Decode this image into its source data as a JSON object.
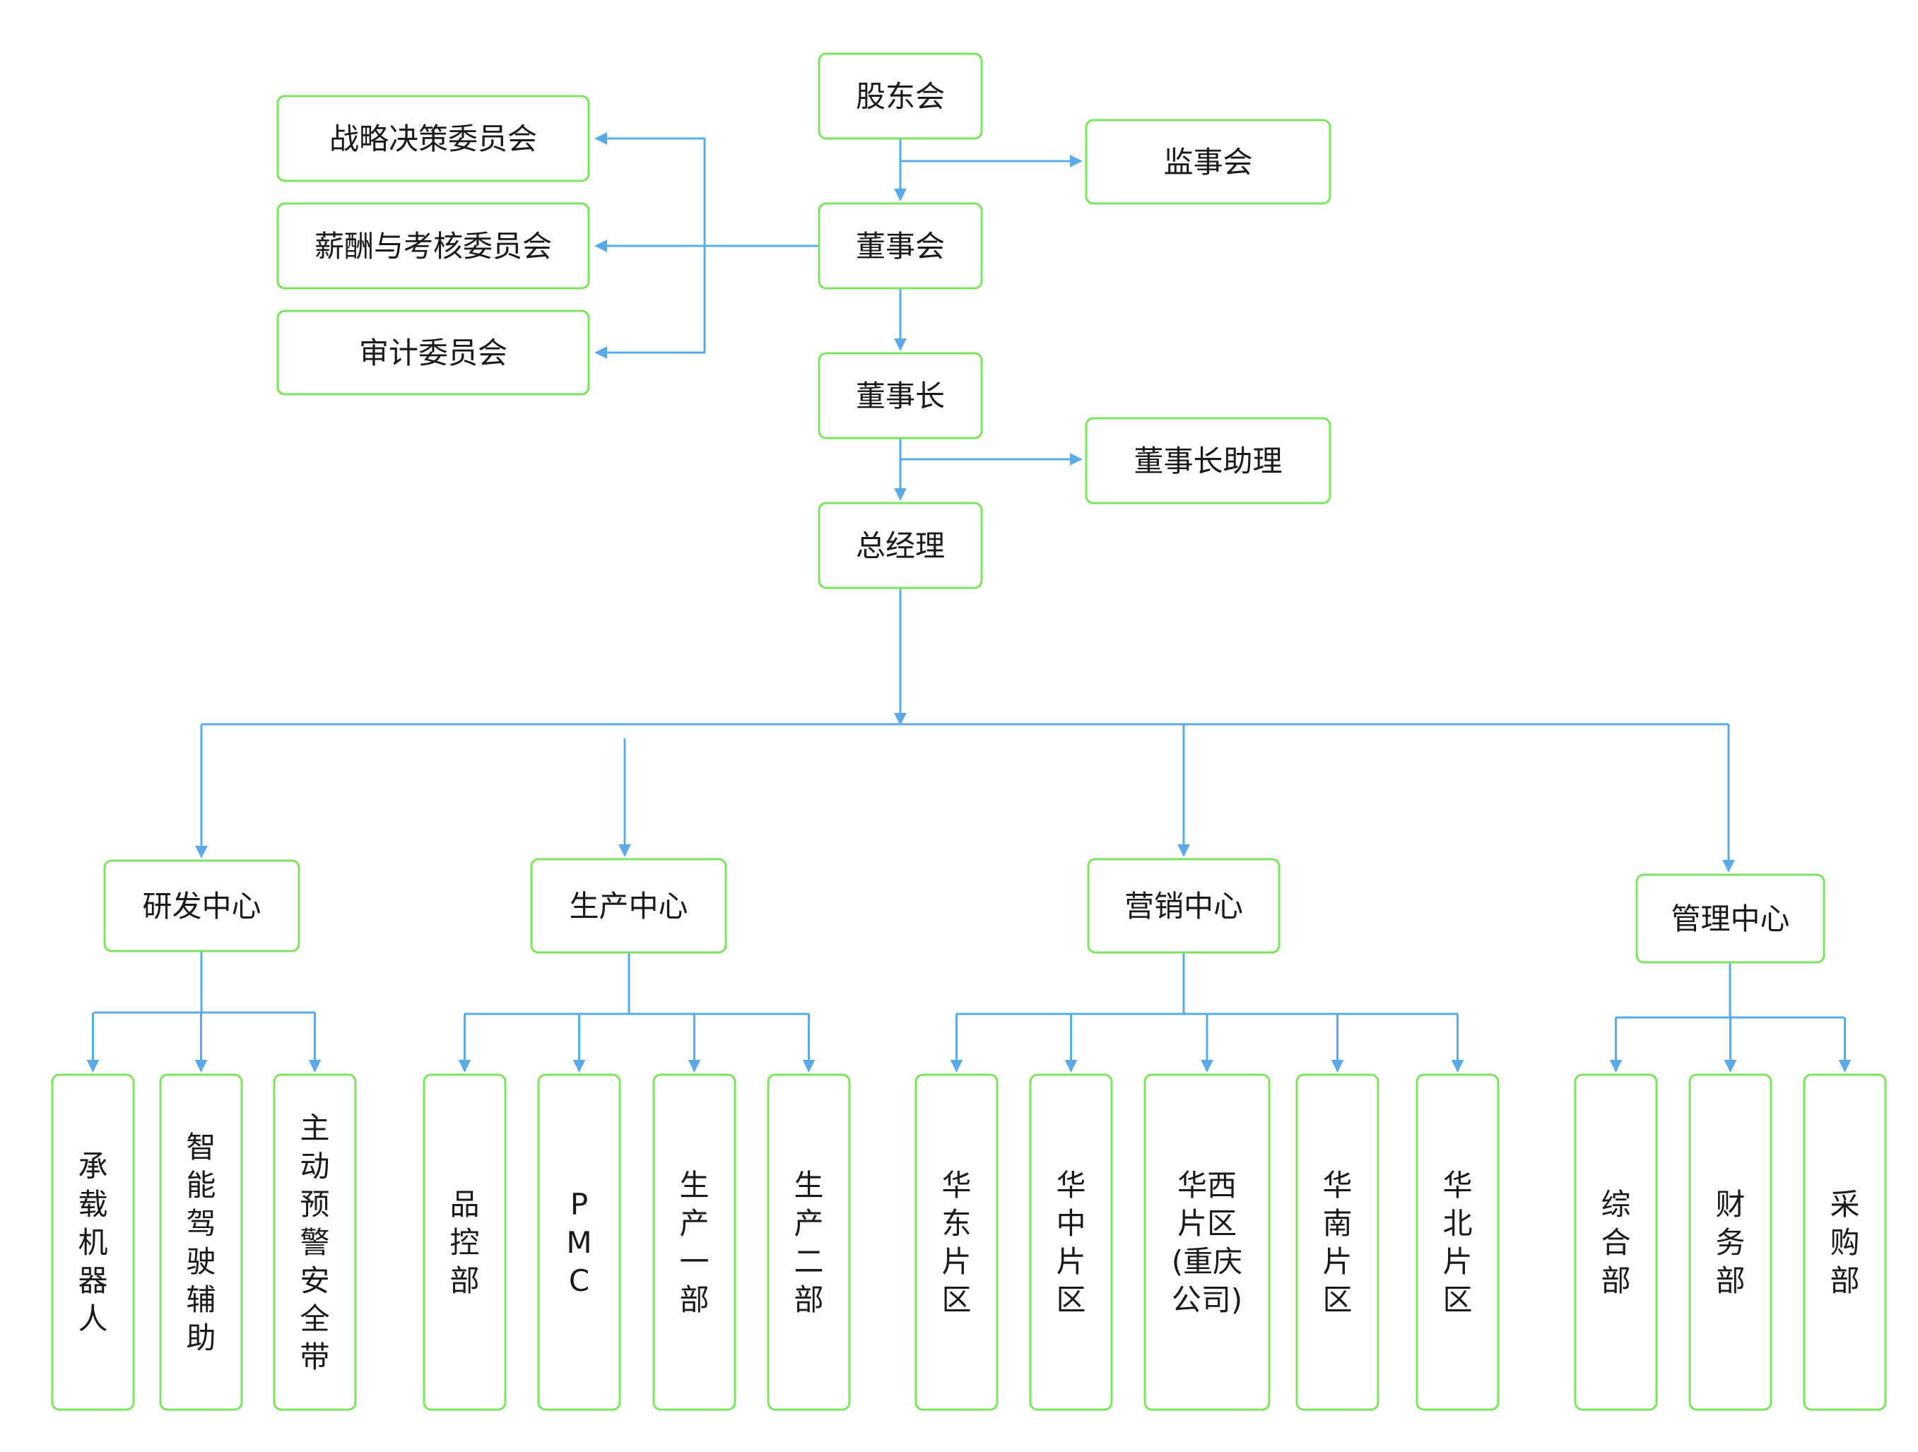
{
  "colors": {
    "node_border": "#7be35c",
    "connector": "#5aaae8",
    "text": "#1a1a1a",
    "background": "#ffffff"
  },
  "nodes": {
    "gudonghui": "股东会",
    "jianshihui": "监事会",
    "dongshihui": "董事会",
    "zhanlue": "战略决策委员会",
    "xinchou": "薪酬与考核委员会",
    "shenji": "审计委员会",
    "dongshizhang": "董事长",
    "zhuli": "董事长助理",
    "zongjingli": "总经理",
    "yanfa": "研发中心",
    "shengchan": "生产中心",
    "yingxiao": "营销中心",
    "guanli": "管理中心"
  },
  "departments": {
    "yanfa": [
      "承载机器人",
      "智能驾驶辅助",
      "主动预警安全带"
    ],
    "shengchan": [
      "品控部",
      "PMC",
      "生产一部",
      "生产二部"
    ],
    "yingxiao": [
      "华东片区",
      "华中片区",
      "华西片区(重庆公司)",
      "华南片区",
      "华北片区"
    ],
    "guanli": [
      "综合部",
      "财务部",
      "采购部"
    ]
  }
}
